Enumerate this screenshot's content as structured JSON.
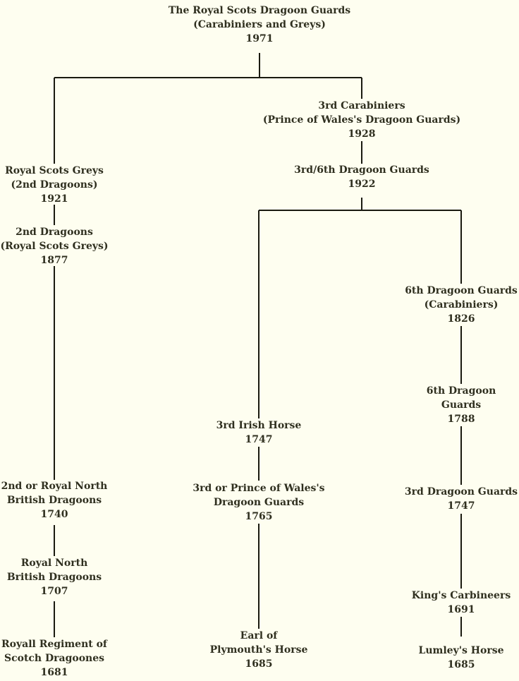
{
  "colors": {
    "background": "#FEFEF0",
    "text": "#2F2F1F",
    "line": "#1A1A10"
  },
  "nodes": {
    "rsdg": {
      "line1": "The Royal Scots Dragoon Guards",
      "line2": "(Carabiniers and Greys)",
      "year": "1971"
    },
    "carab3": {
      "line1": "3rd Carabiniers",
      "line2": "(Prince of Wales's Dragoon Guards)",
      "year": "1928"
    },
    "dg36": {
      "line1": "3rd/6th Dragoon Guards",
      "year": "1922"
    },
    "rsg": {
      "line1": "Royal Scots Greys",
      "line2": "(2nd Dragoons)",
      "year": "1921"
    },
    "d2rsg": {
      "line1": "2nd Dragoons",
      "line2": "(Royal Scots Greys)",
      "year": "1877"
    },
    "dg6c": {
      "line1": "6th Dragoon Guards",
      "line2": "(Carabiniers)",
      "year": "1826"
    },
    "dg6": {
      "line1": "6th Dragoon",
      "line2": "Guards",
      "year": "1788"
    },
    "ih3": {
      "line1": "3rd Irish Horse",
      "year": "1747"
    },
    "rnbd2": {
      "line1": "2nd or Royal North",
      "line2": "British Dragoons",
      "year": "1740"
    },
    "powdg3": {
      "line1": "3rd or Prince of Wales's",
      "line2": "Dragoon Guards",
      "year": "1765"
    },
    "dg3": {
      "line1": "3rd Dragoon Guards",
      "year": "1747"
    },
    "rnbd": {
      "line1": "Royal North",
      "line2": "British Dragoons",
      "year": "1707"
    },
    "kc": {
      "line1": "King's Carbineers",
      "year": "1691"
    },
    "rrsd": {
      "line1": "Royall Regiment of",
      "line2": "Scotch Dragoones",
      "year": "1681"
    },
    "eph": {
      "line1": "Earl of",
      "line2": "Plymouth's Horse",
      "year": "1685"
    },
    "lh": {
      "line1": "Lumley's Horse",
      "year": "1685"
    }
  }
}
